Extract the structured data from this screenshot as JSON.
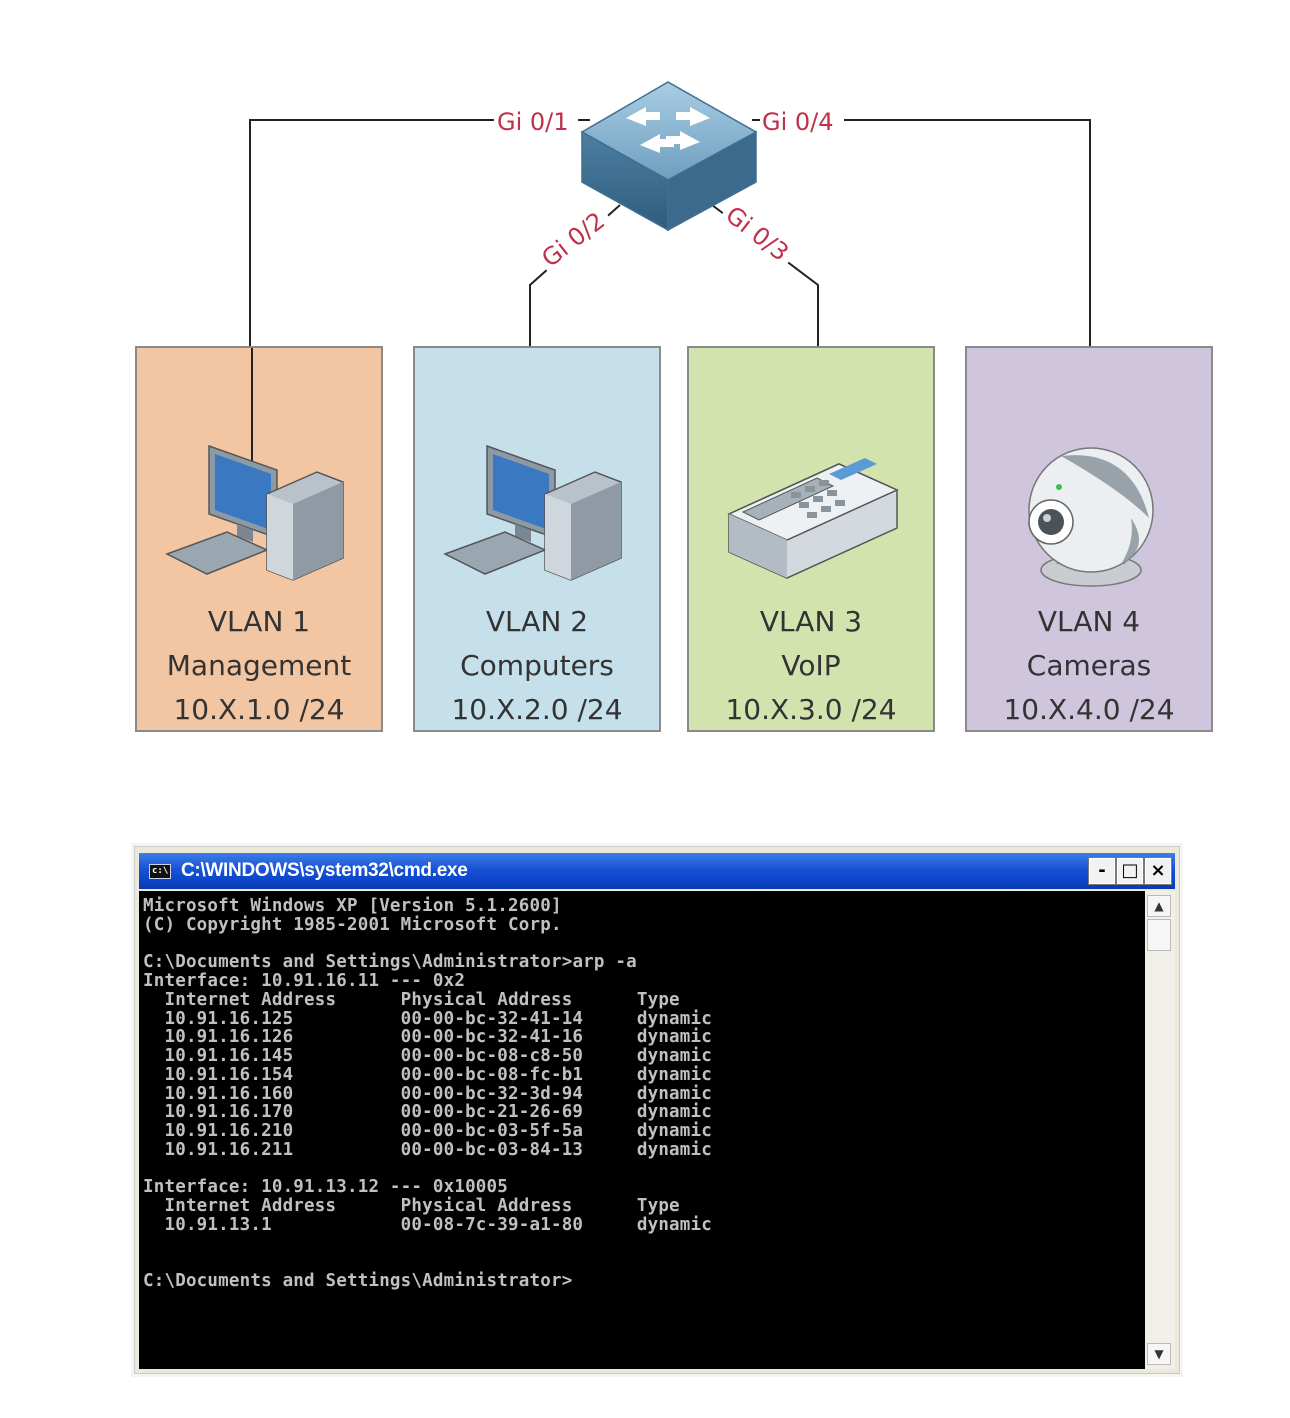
{
  "ports": {
    "gi01": "Gi 0/1",
    "gi02": "Gi 0/2",
    "gi03": "Gi 0/3",
    "gi04": "Gi 0/4"
  },
  "vlans": [
    {
      "name": "VLAN 1",
      "role": "Management",
      "subnet": "10.X.1.0 /24",
      "color": "#f2c6a3",
      "device": "computer"
    },
    {
      "name": "VLAN 2",
      "role": "Computers",
      "subnet": "10.X.2.0 /24",
      "color": "#c5e0ea",
      "device": "computer"
    },
    {
      "name": "VLAN 3",
      "role": "VoIP",
      "subnet": "10.X.3.0 /24",
      "color": "#d3e3ae",
      "device": "phone"
    },
    {
      "name": "VLAN 4",
      "role": "Cameras",
      "subnet": "10.X.4.0 /24",
      "color": "#cfc6de",
      "device": "camera"
    }
  ],
  "cmd": {
    "title": "C:\\WINDOWS\\system32\\cmd.exe",
    "icon_text": "c:\\",
    "minimize": "-",
    "maximize": "□",
    "close": "×",
    "header_line1": "Microsoft Windows XP [Version 5.1.2600]",
    "header_line2": "(C) Copyright 1985-2001 Microsoft Corp.",
    "prompt": "C:\\Documents and Settings\\Administrator>",
    "command": "arp -a",
    "interfaces": [
      {
        "header": "Interface: 10.91.16.11 --- 0x2",
        "columns": [
          "Internet Address",
          "Physical Address",
          "Type"
        ],
        "rows": [
          [
            "10.91.16.125",
            "00-00-bc-32-41-14",
            "dynamic"
          ],
          [
            "10.91.16.126",
            "00-00-bc-32-41-16",
            "dynamic"
          ],
          [
            "10.91.16.145",
            "00-00-bc-08-c8-50",
            "dynamic"
          ],
          [
            "10.91.16.154",
            "00-00-bc-08-fc-b1",
            "dynamic"
          ],
          [
            "10.91.16.160",
            "00-00-bc-32-3d-94",
            "dynamic"
          ],
          [
            "10.91.16.170",
            "00-00-bc-21-26-69",
            "dynamic"
          ],
          [
            "10.91.16.210",
            "00-00-bc-03-5f-5a",
            "dynamic"
          ],
          [
            "10.91.16.211",
            "00-00-bc-03-84-13",
            "dynamic"
          ]
        ]
      },
      {
        "header": "Interface: 10.91.13.12 --- 0x10005",
        "columns": [
          "Internet Address",
          "Physical Address",
          "Type"
        ],
        "rows": [
          [
            "10.91.13.1",
            "00-08-7c-39-a1-80",
            "dynamic"
          ]
        ]
      }
    ]
  },
  "colors": {
    "port_label": "#c0304a",
    "switch": "#5b8fae",
    "titlebar": "#1752d6"
  }
}
